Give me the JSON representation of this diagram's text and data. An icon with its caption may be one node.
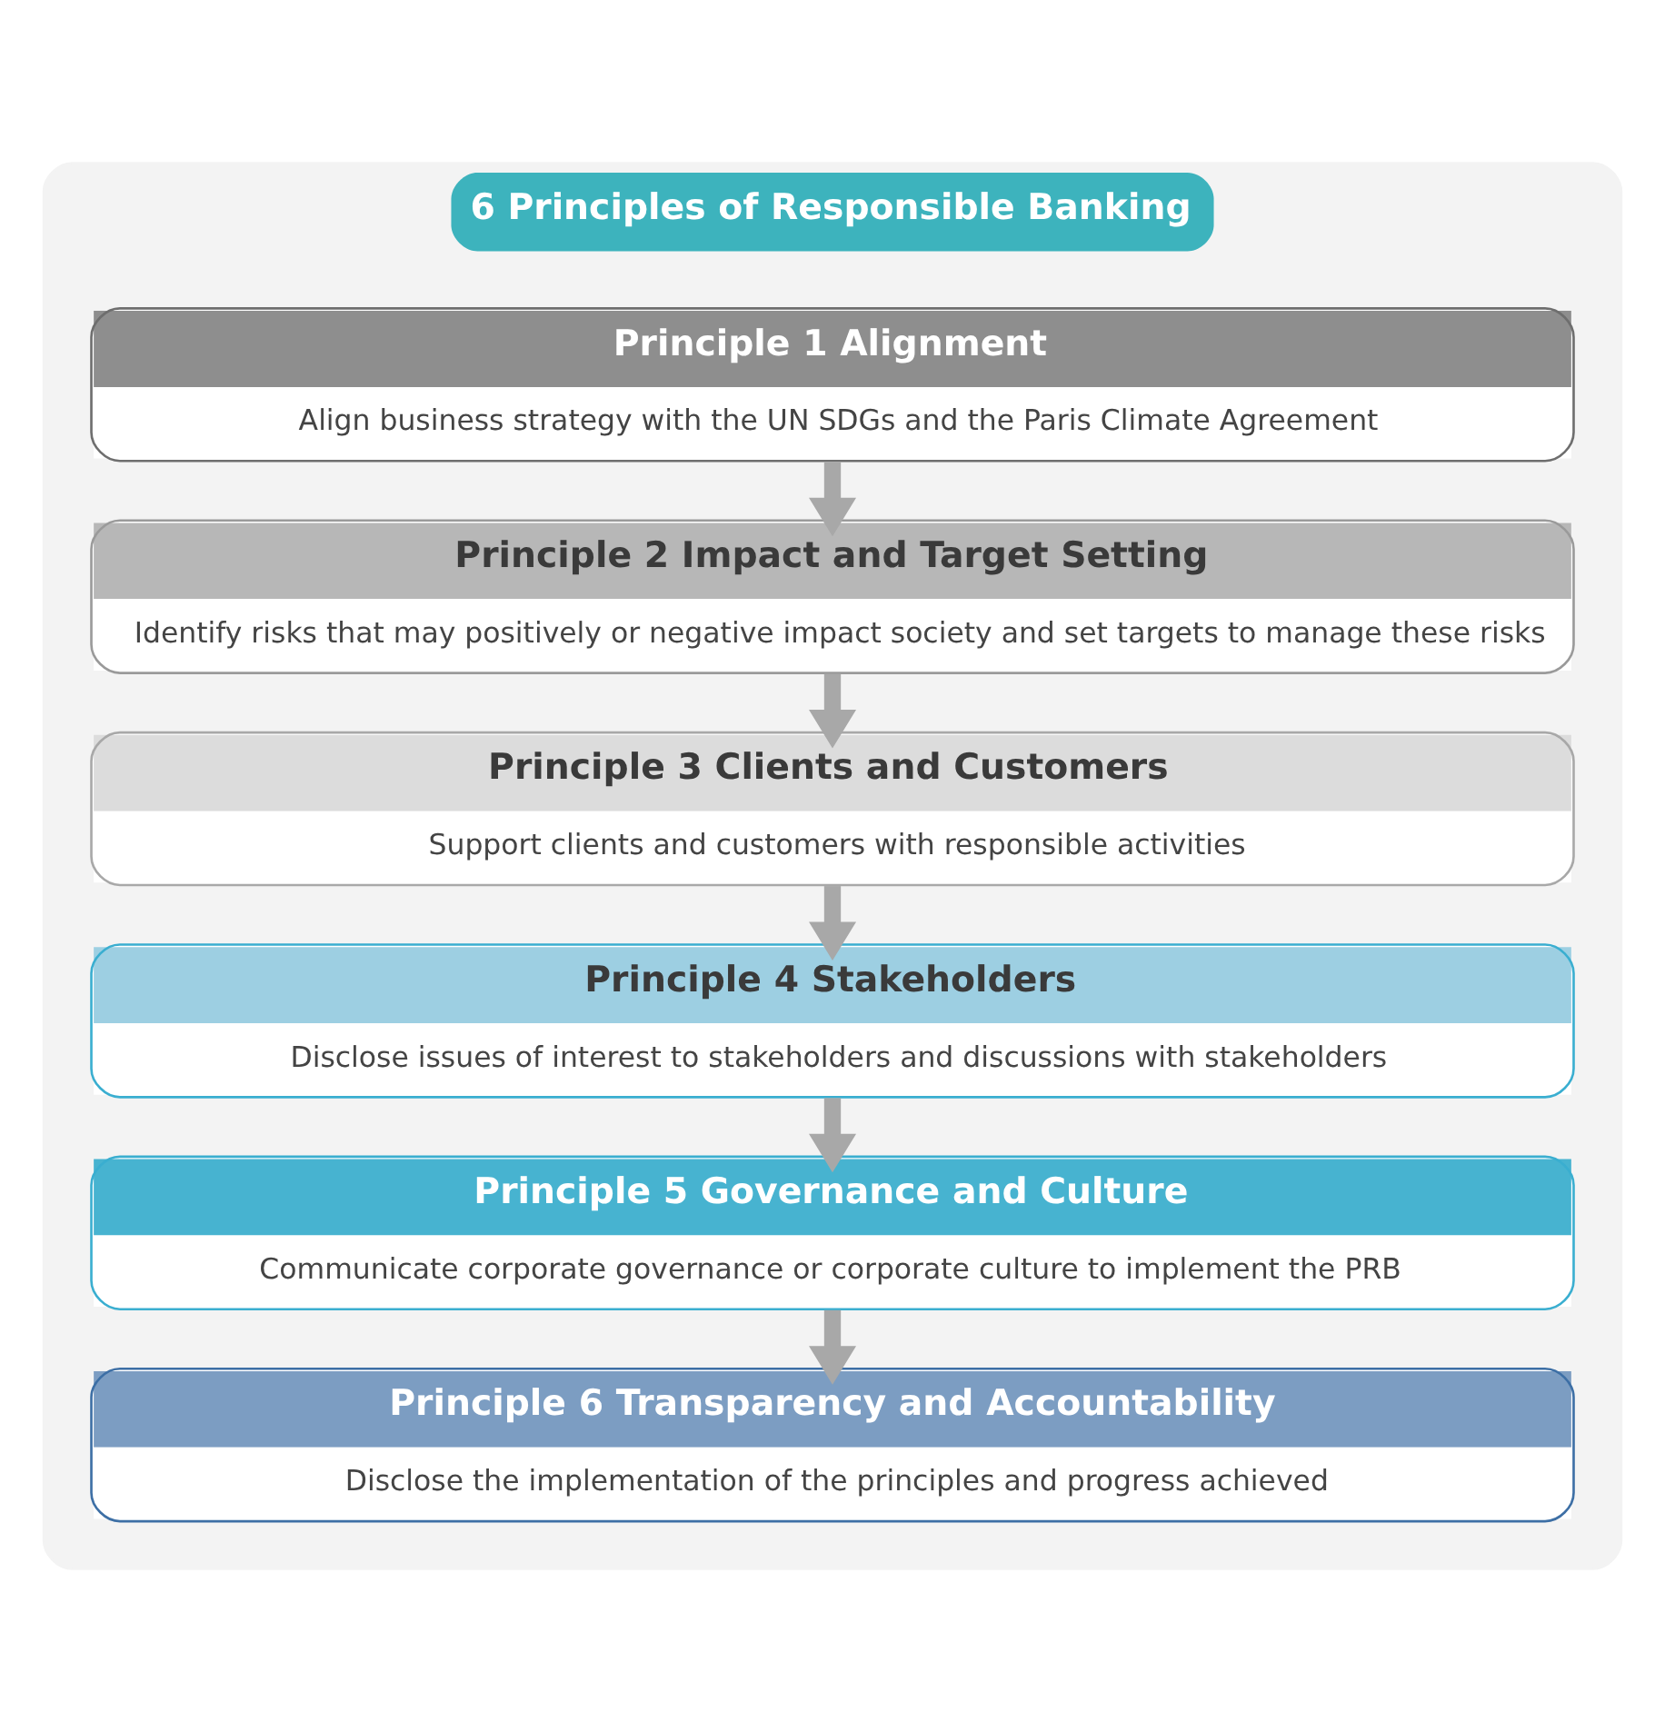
{
  "diagram": {
    "nodes": [
      {
        "text": [
          "6 Principles of Responsible Banking"
        ]
      },
      {
        "text": [
          "Principle 1 Alignment",
          "Align business strategy with the UN SDGs and the Paris Climate Agreement"
        ],
        "in": 0
      },
      {
        "text": [
          "Principle 2 Impact and Target Setting",
          "Identify risks that may positively or negative impact society and set targets to manage these risks"
        ],
        "in": 0
      },
      {
        "text": [
          "Principle 3 Clients and Customers",
          "Support clients and customers with responsible activities"
        ],
        "in": 0
      },
      {
        "text": [
          "Principle 4 Stakeholders",
          "Disclose issues of interest to stakeholders and discussions with stakeholders"
        ],
        "in": 0
      },
      {
        "text": [
          "Principle 5 Governance and Culture",
          "Communicate corporate governance or corporate culture to implement the PRB"
        ],
        "in": 0
      },
      {
        "text": [
          "Principle 6 Transparency and Accountability",
          "Disclose the implementation of the principles and progress achieved"
        ],
        "in": 0
      }
    ],
    "edges": [
      {
        "from": 1,
        "to": 2,
        "arrow": "to"
      },
      {
        "from": 2,
        "to": 3,
        "arrow": "to"
      },
      {
        "from": 3,
        "to": 4,
        "arrow": "to"
      },
      {
        "from": 4,
        "to": 5,
        "arrow": "to"
      },
      {
        "from": 5,
        "to": 6,
        "arrow": "to"
      }
    ]
  }
}
